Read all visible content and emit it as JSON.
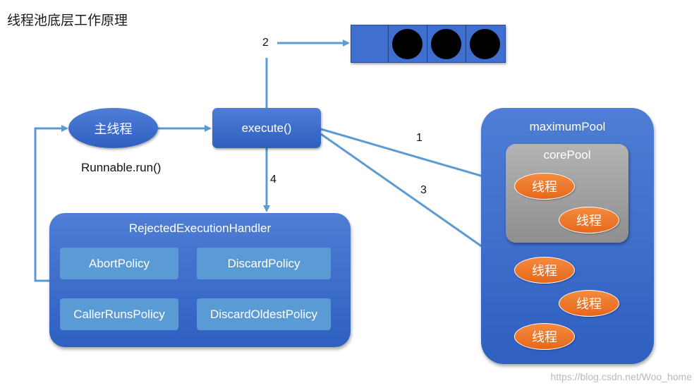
{
  "title": "线程池底层工作原理",
  "main_thread": {
    "label": "主线程",
    "caption": "Runnable.run()"
  },
  "execute": {
    "label": "execute()"
  },
  "arrows": {
    "a1": "1",
    "a2": "2",
    "a3": "3",
    "a4": "4"
  },
  "queue": {
    "total_cells": 4,
    "filled_cells": 3
  },
  "rejected_handler": {
    "title": "RejectedExecutionHandler",
    "policies": [
      "AbortPolicy",
      "DiscardPolicy",
      "CallerRunsPolicy",
      "DiscardOldestPolicy"
    ]
  },
  "maximum_pool": {
    "title": "maximumPool",
    "core_pool": {
      "title": "corePool",
      "threads": [
        "线程",
        "线程"
      ]
    },
    "extra_threads": [
      "线程",
      "线程",
      "线程"
    ]
  },
  "watermark": "https://blog.csdn.net/Woo_home",
  "colors": {
    "box_blue": "#3f6fcf",
    "policy_blue": "#5b9bd5",
    "arrow_blue": "#5b9bd5",
    "thread_orange": "#ed7d31",
    "core_gray": "#a6a6a6"
  }
}
